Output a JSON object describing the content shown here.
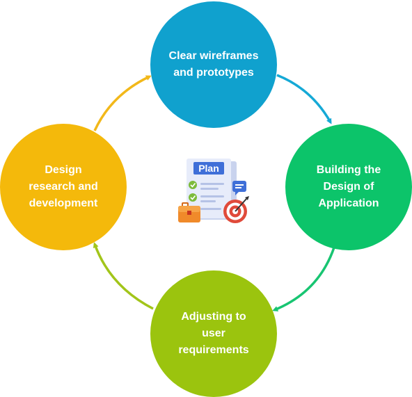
{
  "colors": {
    "top": "#10A1CE",
    "right": "#0CC46A",
    "bottom": "#9BC40E",
    "left": "#F4B90B",
    "arrow_top_right": "#15A9D6",
    "arrow_right_bottom": "#18C572",
    "arrow_bottom_left": "#A2C51A",
    "arrow_left_top": "#F2B81A"
  },
  "nodes": {
    "top": {
      "lines": [
        "Clear wireframes",
        "and prototypes"
      ]
    },
    "right": {
      "lines": [
        "Building the",
        "Design of",
        "Application"
      ]
    },
    "bottom": {
      "lines": [
        "Adjusting to",
        "user",
        "requirements"
      ]
    },
    "left": {
      "lines": [
        "Design",
        "research and",
        "development"
      ]
    }
  },
  "center_icon": {
    "name": "plan-clipboard-icon",
    "label": "Plan"
  }
}
